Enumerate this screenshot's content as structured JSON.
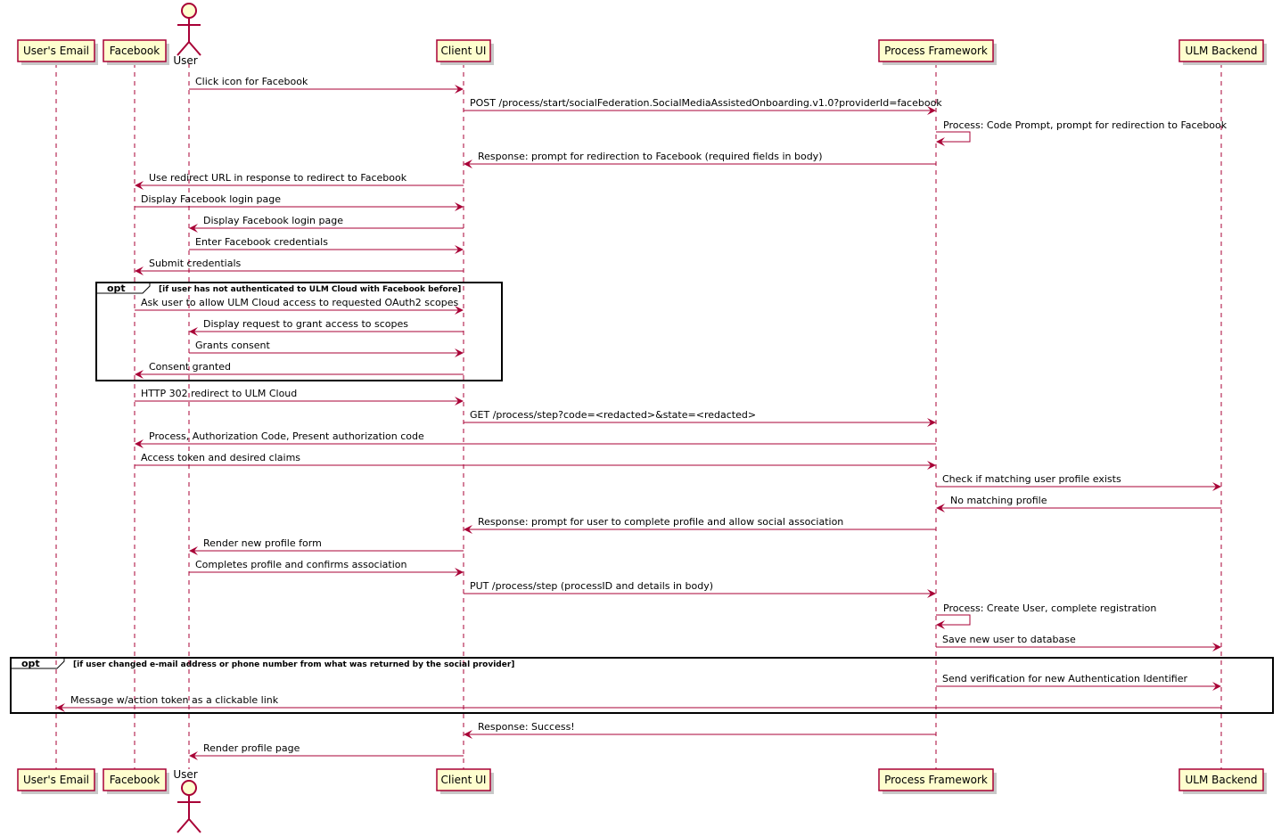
{
  "participants": [
    {
      "id": "email",
      "label": "User's Email",
      "kind": "box"
    },
    {
      "id": "facebook",
      "label": "Facebook",
      "kind": "box"
    },
    {
      "id": "user",
      "label": "User",
      "kind": "actor"
    },
    {
      "id": "client",
      "label": "Client UI",
      "kind": "box"
    },
    {
      "id": "process",
      "label": "Process Framework",
      "kind": "box"
    },
    {
      "id": "ulm",
      "label": "ULM Backend",
      "kind": "box"
    }
  ],
  "messages": [
    {
      "from": "user",
      "to": "client",
      "text": "Click icon for Facebook"
    },
    {
      "from": "client",
      "to": "process",
      "text": "POST /process/start/socialFederation.SocialMediaAssistedOnboarding.v1.0?providerId=facebook"
    },
    {
      "from": "process",
      "to": "process",
      "text": "Process: Code Prompt, prompt for redirection to Facebook"
    },
    {
      "from": "process",
      "to": "client",
      "text": "Response: prompt for redirection to Facebook (required fields in body)"
    },
    {
      "from": "client",
      "to": "facebook",
      "text": "Use redirect URL in response to redirect to Facebook"
    },
    {
      "from": "facebook",
      "to": "client",
      "text": "Display Facebook login page"
    },
    {
      "from": "client",
      "to": "user",
      "text": "Display Facebook login page"
    },
    {
      "from": "user",
      "to": "client",
      "text": "Enter Facebook credentials"
    },
    {
      "from": "client",
      "to": "facebook",
      "text": "Submit credentials"
    },
    {
      "from": "facebook",
      "to": "client",
      "text": "Ask user to allow ULM Cloud access to requested OAuth2 scopes"
    },
    {
      "from": "client",
      "to": "user",
      "text": "Display request to grant access to scopes"
    },
    {
      "from": "user",
      "to": "client",
      "text": "Grants consent"
    },
    {
      "from": "client",
      "to": "facebook",
      "text": "Consent granted"
    },
    {
      "from": "facebook",
      "to": "client",
      "text": "HTTP 302 redirect to ULM Cloud"
    },
    {
      "from": "client",
      "to": "process",
      "text": "GET /process/step?code=<redacted>&state=<redacted>"
    },
    {
      "from": "process",
      "to": "facebook",
      "text": "Process, Authorization Code, Present authorization code"
    },
    {
      "from": "facebook",
      "to": "process",
      "text": "Access token and desired claims"
    },
    {
      "from": "process",
      "to": "ulm",
      "text": "Check if matching user profile exists"
    },
    {
      "from": "ulm",
      "to": "process",
      "text": "No matching profile"
    },
    {
      "from": "process",
      "to": "client",
      "text": "Response: prompt for user to complete profile and allow social association"
    },
    {
      "from": "client",
      "to": "user",
      "text": "Render new profile form"
    },
    {
      "from": "user",
      "to": "client",
      "text": "Completes profile and confirms association"
    },
    {
      "from": "client",
      "to": "process",
      "text": "PUT /process/step (processID and details in body)"
    },
    {
      "from": "process",
      "to": "process",
      "text": "Process: Create User, complete registration"
    },
    {
      "from": "process",
      "to": "ulm",
      "text": "Save new user to database"
    },
    {
      "from": "process",
      "to": "ulm",
      "text": "Send verification for new Authentication Identifier"
    },
    {
      "from": "ulm",
      "to": "email",
      "text": "Message w/action token as a clickable link"
    },
    {
      "from": "process",
      "to": "client",
      "text": "Response: Success!"
    },
    {
      "from": "client",
      "to": "user",
      "text": "Render profile page"
    }
  ],
  "fragments": [
    {
      "label": "opt",
      "condition": "[if user has not authenticated to ULM Cloud with Facebook before]"
    },
    {
      "label": "opt",
      "condition": "[if user changed e-mail address or phone number from what was returned by the social provider]"
    }
  ],
  "colors": {
    "line": "#A80036",
    "box_fill": "#FEFECE",
    "frame": "#000000",
    "background": "#FFFFFF"
  }
}
